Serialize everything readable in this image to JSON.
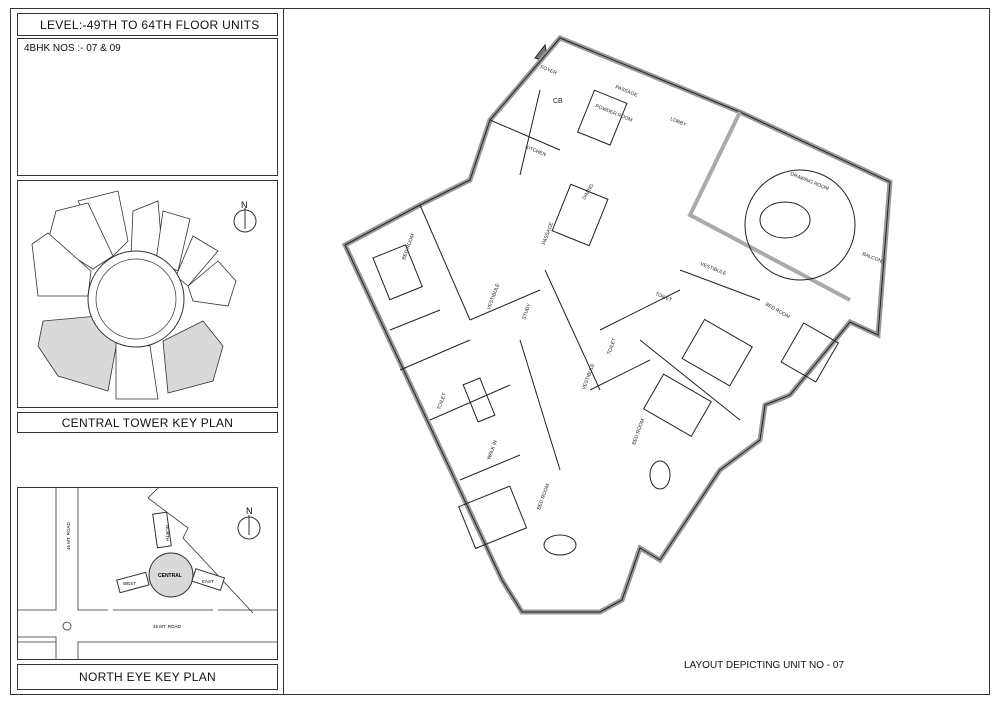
{
  "sheet": {
    "level_title": "LEVEL:-49TH TO 64TH FLOOR UNITS",
    "unit_nos": "4BHK NOS :- 07 & 09",
    "layout_caption": "LAYOUT DEPICTING UNIT NO - 07"
  },
  "central_tower_key_plan": {
    "title": "CENTRAL TOWER KEY PLAN",
    "north_label": "N",
    "highlighted_units": [
      "07",
      "09"
    ],
    "highlight_color": "#d9d9d9"
  },
  "north_eye_key_plan": {
    "title": "NORTH EYE KEY PLAN",
    "north_label": "N",
    "road_vertical": "45 MT. ROAD",
    "road_horizontal": "45 MT. ROAD",
    "towers": {
      "central": "CENTRAL",
      "north": "NORTH",
      "west": "WEST",
      "east": "EAST"
    }
  },
  "floor_plan": {
    "rooms": {
      "foyer": "FOYER",
      "passage": "PASSAGE",
      "cb": "CB",
      "powder_room": "POWDER ROOM",
      "lobby": "LOBBY",
      "kitchen": "KITCHEN",
      "dining": "DINING",
      "drawing_room": "DRAWING ROOM",
      "balcony": "BALCONY",
      "vestibule_1": "VESTIBULE",
      "vestibule_2": "VESTIBULE",
      "vestibule_3": "VESTIBULE",
      "toilet_1": "TOILET",
      "toilet_2": "TOILET",
      "toilet_3": "TOILET",
      "bed_room_1": "BED ROOM",
      "bed_room_2": "BED ROOM",
      "bed_room_3": "BED ROOM",
      "bed_room_4": "BED ROOM",
      "study": "STUDY",
      "walk_in": "WALK IN",
      "passage_2": "PASSAGE"
    }
  }
}
